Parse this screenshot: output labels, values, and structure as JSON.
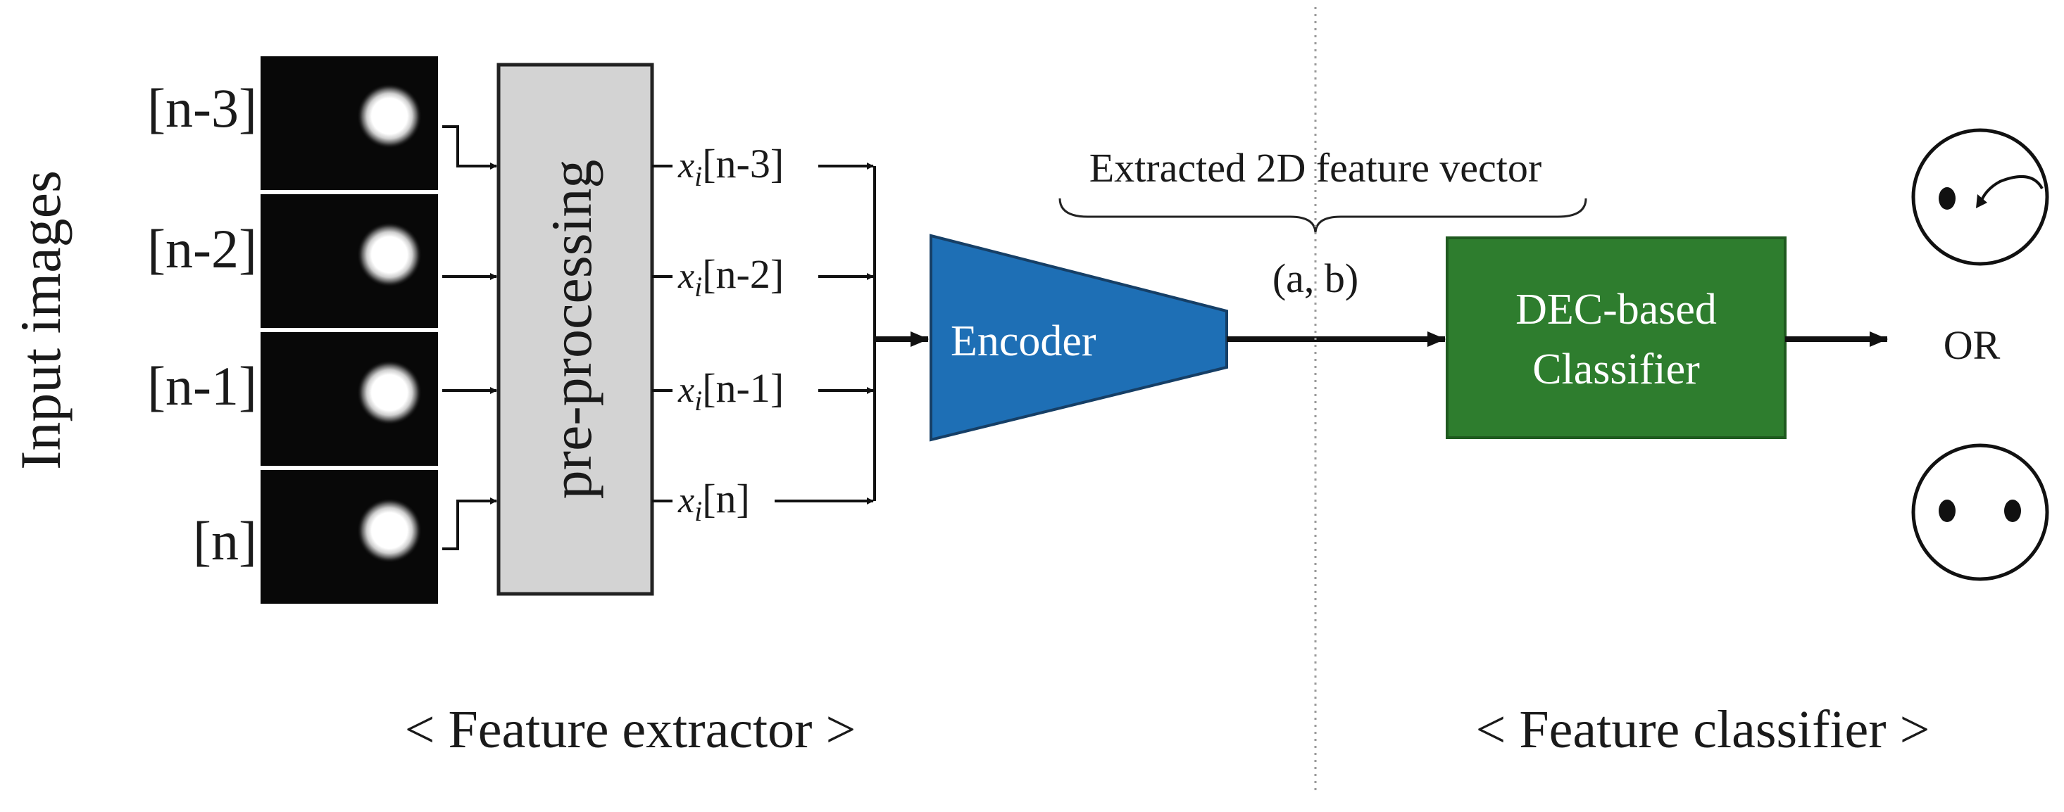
{
  "input_label": "Input images",
  "frame_labels": [
    "[n-3]",
    "[n-2]",
    "[n-1]",
    "[n]"
  ],
  "preprocessing_label": "pre-processing",
  "feature_outputs": [
    {
      "symbol": "x",
      "subscript": "i",
      "index": "[n-3]"
    },
    {
      "symbol": "x",
      "subscript": "i",
      "index": "[n-2]"
    },
    {
      "symbol": "x",
      "subscript": "i",
      "index": "[n-1]"
    },
    {
      "symbol": "x",
      "subscript": "i",
      "index": "[n]"
    }
  ],
  "encoder_label": "Encoder",
  "feature_vector_title": "Extracted 2D feature vector",
  "feature_vector_value": "(a, b)",
  "classifier_label_line1": "DEC-based",
  "classifier_label_line2": "Classifier",
  "output_or_label": "OR",
  "section_extractor": "< Feature extractor >",
  "section_classifier": "< Feature classifier >",
  "colors": {
    "preprocessing_fill": "#d3d3d3",
    "encoder_fill": "#1e6fb5",
    "classifier_fill": "#2e7d2e"
  },
  "icons": [
    "single-eye-face-icon",
    "two-eye-face-icon"
  ]
}
